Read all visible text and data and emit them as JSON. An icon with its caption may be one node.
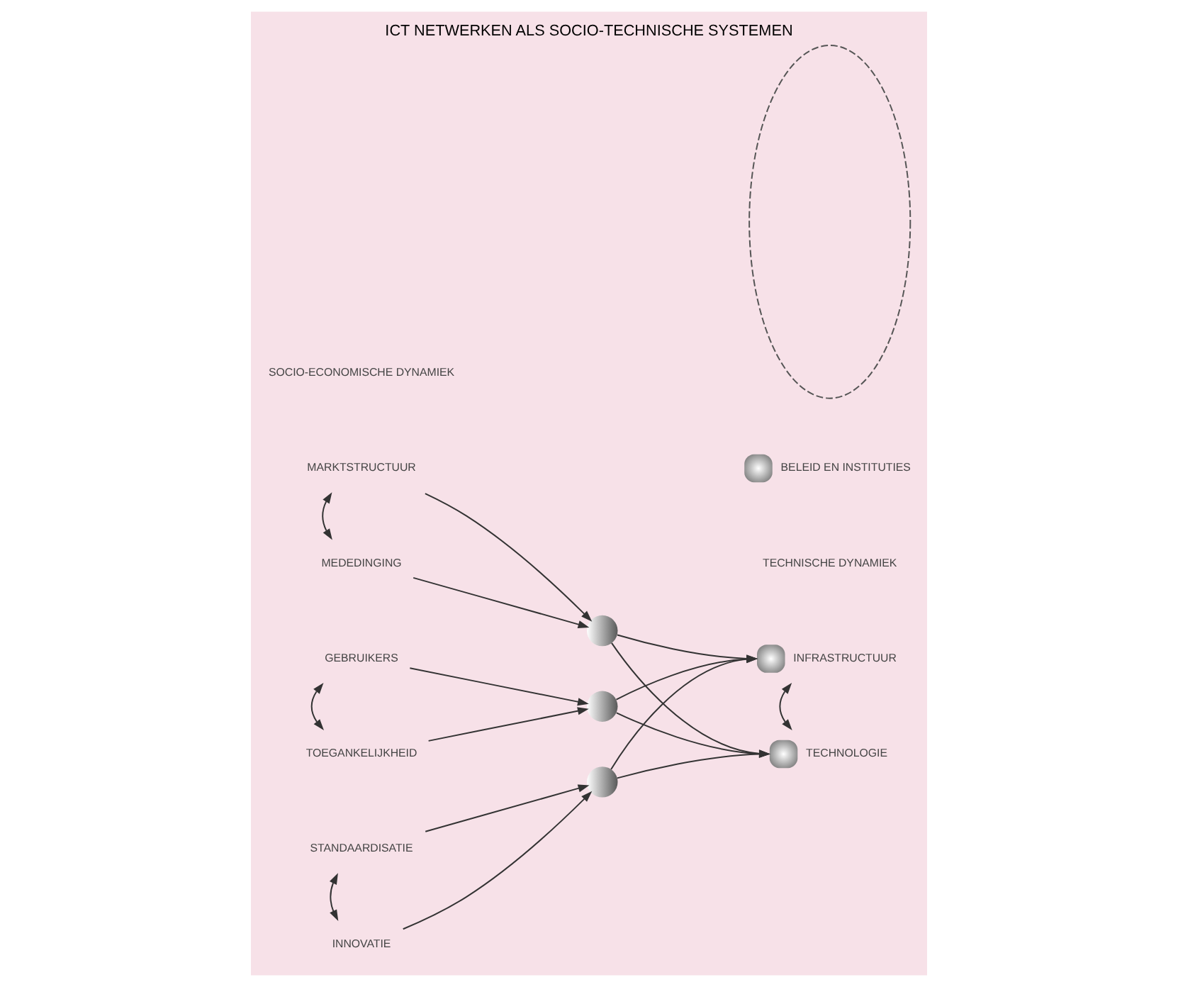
{
  "diagram": {
    "title": "ICT NETWERKEN ALS SOCIO-TECHNISCHE SYSTEMEN",
    "nodes": [
      {
        "text": [
          "MARKTSTRUCTUUR"
        ]
      },
      {
        "text": [
          "MEDEDINGING"
        ]
      },
      {
        "text": [],
        "shape": "circle"
      },
      {
        "text": [
          "GEBRUIKERS"
        ]
      },
      {
        "text": [
          "TOEGANKELIJKHEID"
        ]
      },
      {
        "text": [],
        "shape": "circle"
      },
      {
        "text": [
          "STANDAARDISATIE"
        ]
      },
      {
        "text": [
          "INNOVATIE"
        ]
      },
      {
        "text": [],
        "shape": "circle"
      },
      {
        "text": [],
        "shape": "circle",
        "beside": [
          "INFRASTRUCTUUR"
        ]
      },
      {
        "text": [],
        "shape": "circle",
        "beside": [
          "TECHNOLOGIE"
        ]
      },
      {
        "text": [],
        "shape": "ellipse"
      },
      {
        "text": [],
        "shape": "circle",
        "beside": [
          "BELEID EN INSTITUTIES"
        ]
      }
    ],
    "edges": [
      {
        "from": 0,
        "to": 1,
        "arrow": "both"
      },
      {
        "from": 0,
        "to": 2,
        "arrow": "to"
      },
      {
        "from": 1,
        "to": 2,
        "arrow": "to"
      },
      {
        "from": 3,
        "to": 4,
        "arrow": "both"
      },
      {
        "from": 3,
        "to": 5,
        "arrow": "to"
      },
      {
        "from": 4,
        "to": 5,
        "arrow": "to"
      },
      {
        "from": 6,
        "to": 7,
        "arrow": "both"
      },
      {
        "from": 6,
        "to": 8,
        "arrow": "to"
      },
      {
        "from": 7,
        "to": 8,
        "arrow": "to"
      },
      {
        "from": 2,
        "to": 9,
        "arrow": "to"
      },
      {
        "from": 2,
        "to": 10,
        "arrow": "to"
      },
      {
        "from": 5,
        "to": 9,
        "arrow": "to"
      },
      {
        "from": 5,
        "to": 10,
        "arrow": "to"
      },
      {
        "from": 8,
        "to": 9,
        "arrow": "to"
      },
      {
        "from": 8,
        "to": 10,
        "arrow": "to"
      },
      {
        "from": 9,
        "to": 10,
        "arrow": "both"
      }
    ],
    "labels": [
      "SOCIO-ECONOMISCHE DYNAMIEK",
      "TECHNISCHE DYNAMIEK"
    ]
  }
}
